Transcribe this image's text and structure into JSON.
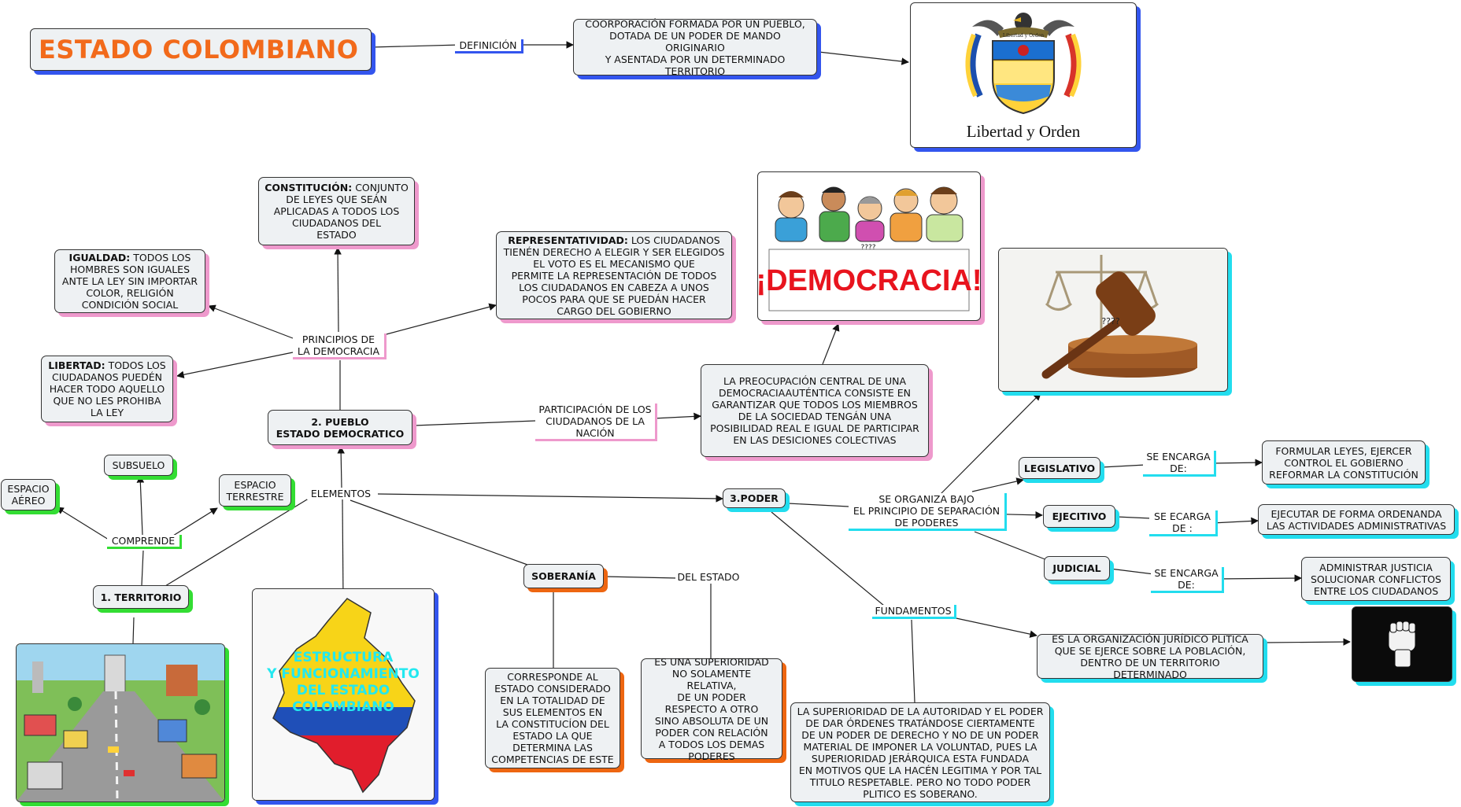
{
  "title": "ESTADO COLOMBIANO",
  "links": {
    "definicion": "DEFINICIÓN",
    "principios": "PRINCIPIOS DE\nLA DEMOCRACIA",
    "participacion": "PARTICIPACIÓN DE LOS\nCIUDADANOS DE LA\nNACIÓN",
    "elementos": "ELEMENTOS",
    "comprende": "COMPRENDE",
    "del_estado": "DEL ESTADO",
    "separacion": "SE ORGANIZA BAJO\nEL PRINCIPIO DE SEPARACIÓN\nDE PODERES",
    "fundamentos": "FUNDAMENTOS",
    "encarga_leg": "SE ENCARGA\nDE:",
    "encarga_eje": "SE ECARGA\nDE :",
    "encarga_jud": "SE ENCARGA\nDE:"
  },
  "nodes": {
    "definicion_text": "COORPORACIÓN FORMADA POR UN PUEBLO,\nDOTADA DE UN PODER DE MANDO ORIGINARIO\nY ASENTADA POR UN DETERMINADO\nTERRITORIO",
    "constitucion_term": "CONSTITUCIÓN:",
    "constitucion_text": " CONJUNTO\nDE LEYES QUE SEÁN\nAPLICADAS A TODOS LOS\nCIUDADANOS DEL\nESTADO",
    "igualdad_term": "IGUALDAD:",
    "igualdad_text": " TODOS LOS\nHOMBRES SON IGUALES\nANTE LA LEY SIN IMPORTAR\nCOLOR, RELIGIÓN\nCONDICIÓN SOCIAL",
    "libertad_term": "LIBERTAD:",
    "libertad_text": " TODOS LOS\nCIUDADANOS PUEDÉN\nHACER TODO AQUELLO\nQUE NO LES PROHIBA\nLA LEY",
    "representatividad_term": "REPRESENTATIVIDAD:",
    "representatividad_text": " LOS CIUDADANOS\nTIENÉN DERECHO A ELEGIR Y SER ELEGIDOS\nEL VOTO ES EL MECANISMO QUE\nPERMITE LA REPRESENTACIÓN DE TODOS\nLOS CIUDADANOS EN CABEZA A UNOS\nPOCOS PARA QUE SE PUEDÁN HACER\nCARGO DEL GOBIERNO",
    "pueblo": "2. PUEBLO\nESTADO DEMOCRATICO",
    "preocupacion": "LA PREOCUPACIÓN CENTRAL DE UNA\nDEMOCRACIAAUTÉNTICA CONSISTE EN\nGARANTIZAR QUE TODOS LOS MIEMBROS\nDE LA SOCIEDAD TENGÁN UNA\nPOSIBILIDAD REAL E IGUAL DE PARTICIPAR\nEN LAS DESICIONES COLECTIVAS",
    "subsuelo": "SUBSUELO",
    "espacio_aereo": "ESPACIO\nAÉREO",
    "espacio_terrestre": "ESPACIO\nTERRESTRE",
    "territorio": "1. TERRITORIO",
    "poder": "3.PODER",
    "soberania": "SOBERANÍA",
    "corresponde": "CORRESPONDE AL\nESTADO CONSIDERADO\nEN LA TOTALIDAD DE\nSUS ELEMENTOS EN\nLA CONSTITUCÍON DEL\nESTADO LA QUE\nDETERMINA LAS\nCOMPETENCIAS DE ESTE",
    "superioridad_rel": "ES UNA SUPERIORIDAD\nNO SOLAMENTE RELATIVA,\nDE UN PODER\nRESPECTO A OTRO\nSINO ABSOLUTA DE UN\nPODER CON RELACIÓN\nA TODOS LOS DEMAS\nPODERES",
    "legislativo": "LEGISLATIVO",
    "ejecutivo": "EJECITIVO",
    "judicial": "JUDICIAL",
    "leg_func": "FORMULAR LEYES, EJERCER\nCONTROL EL GOBIERNO\nREFORMAR LA CONSTITUCIÓN",
    "eje_func": "EJECUTAR DE FORMA ORDENANDA\nLAS ACTIVIDADES ADMINISTRATIVAS",
    "jud_func": "ADMINISTRAR JUSTICIA\nSOLUCIONAR CONFLICTOS\nENTRE LOS CIUDADANOS",
    "organizacion": "ES LA ORGANIZACIÓN JURÍDICO PLITICA\nQUE SE EJERCE SOBRE LA POBLACIÓN,\nDENTRO DE UN TERRITORIO DETERMINADO",
    "superioridad_aut": "LA SUPERIORIDAD DE LA AUTORIDAD Y EL PODER\nDE DAR ÓRDENES TRATÁNDOSE CIERTAMENTE\nDE UN PODER DE DERECHO Y NO DE UN PODER\nMATERIAL DE IMPONER LA VOLUNTAD, PUES LA\nSUPERIORIDAD JERÁRQUICA ESTA FUNDADA\nEN MOTIVOS QUE LA HACÉN LEGITIMA Y POR TAL\nTITULO RESPETABLE. PERO NO TODO PODER\nPLITICO ES SOBERANO."
  },
  "images": {
    "coat_motto": "Libertad y Orden",
    "coat_ribbon": "Libertad y Orden",
    "democracia_sign": "¡DEMOCRACIA!",
    "people_q": "????",
    "gavel_q": "????",
    "map_title_1": "ESTRUCTURA",
    "map_title_2": "Y FUNCIONAMIENTO",
    "map_title_3": "DEL ESTADO",
    "map_title_4": "COLOMBIANO"
  },
  "colors": {
    "title": "#f26a1b",
    "shadow_blue": "#3355ee",
    "shadow_pink": "#ee99cc",
    "shadow_green": "#33dd33",
    "shadow_cyan": "#22ddee",
    "shadow_orange": "#ee6611",
    "democracia_red": "#e8141e"
  }
}
